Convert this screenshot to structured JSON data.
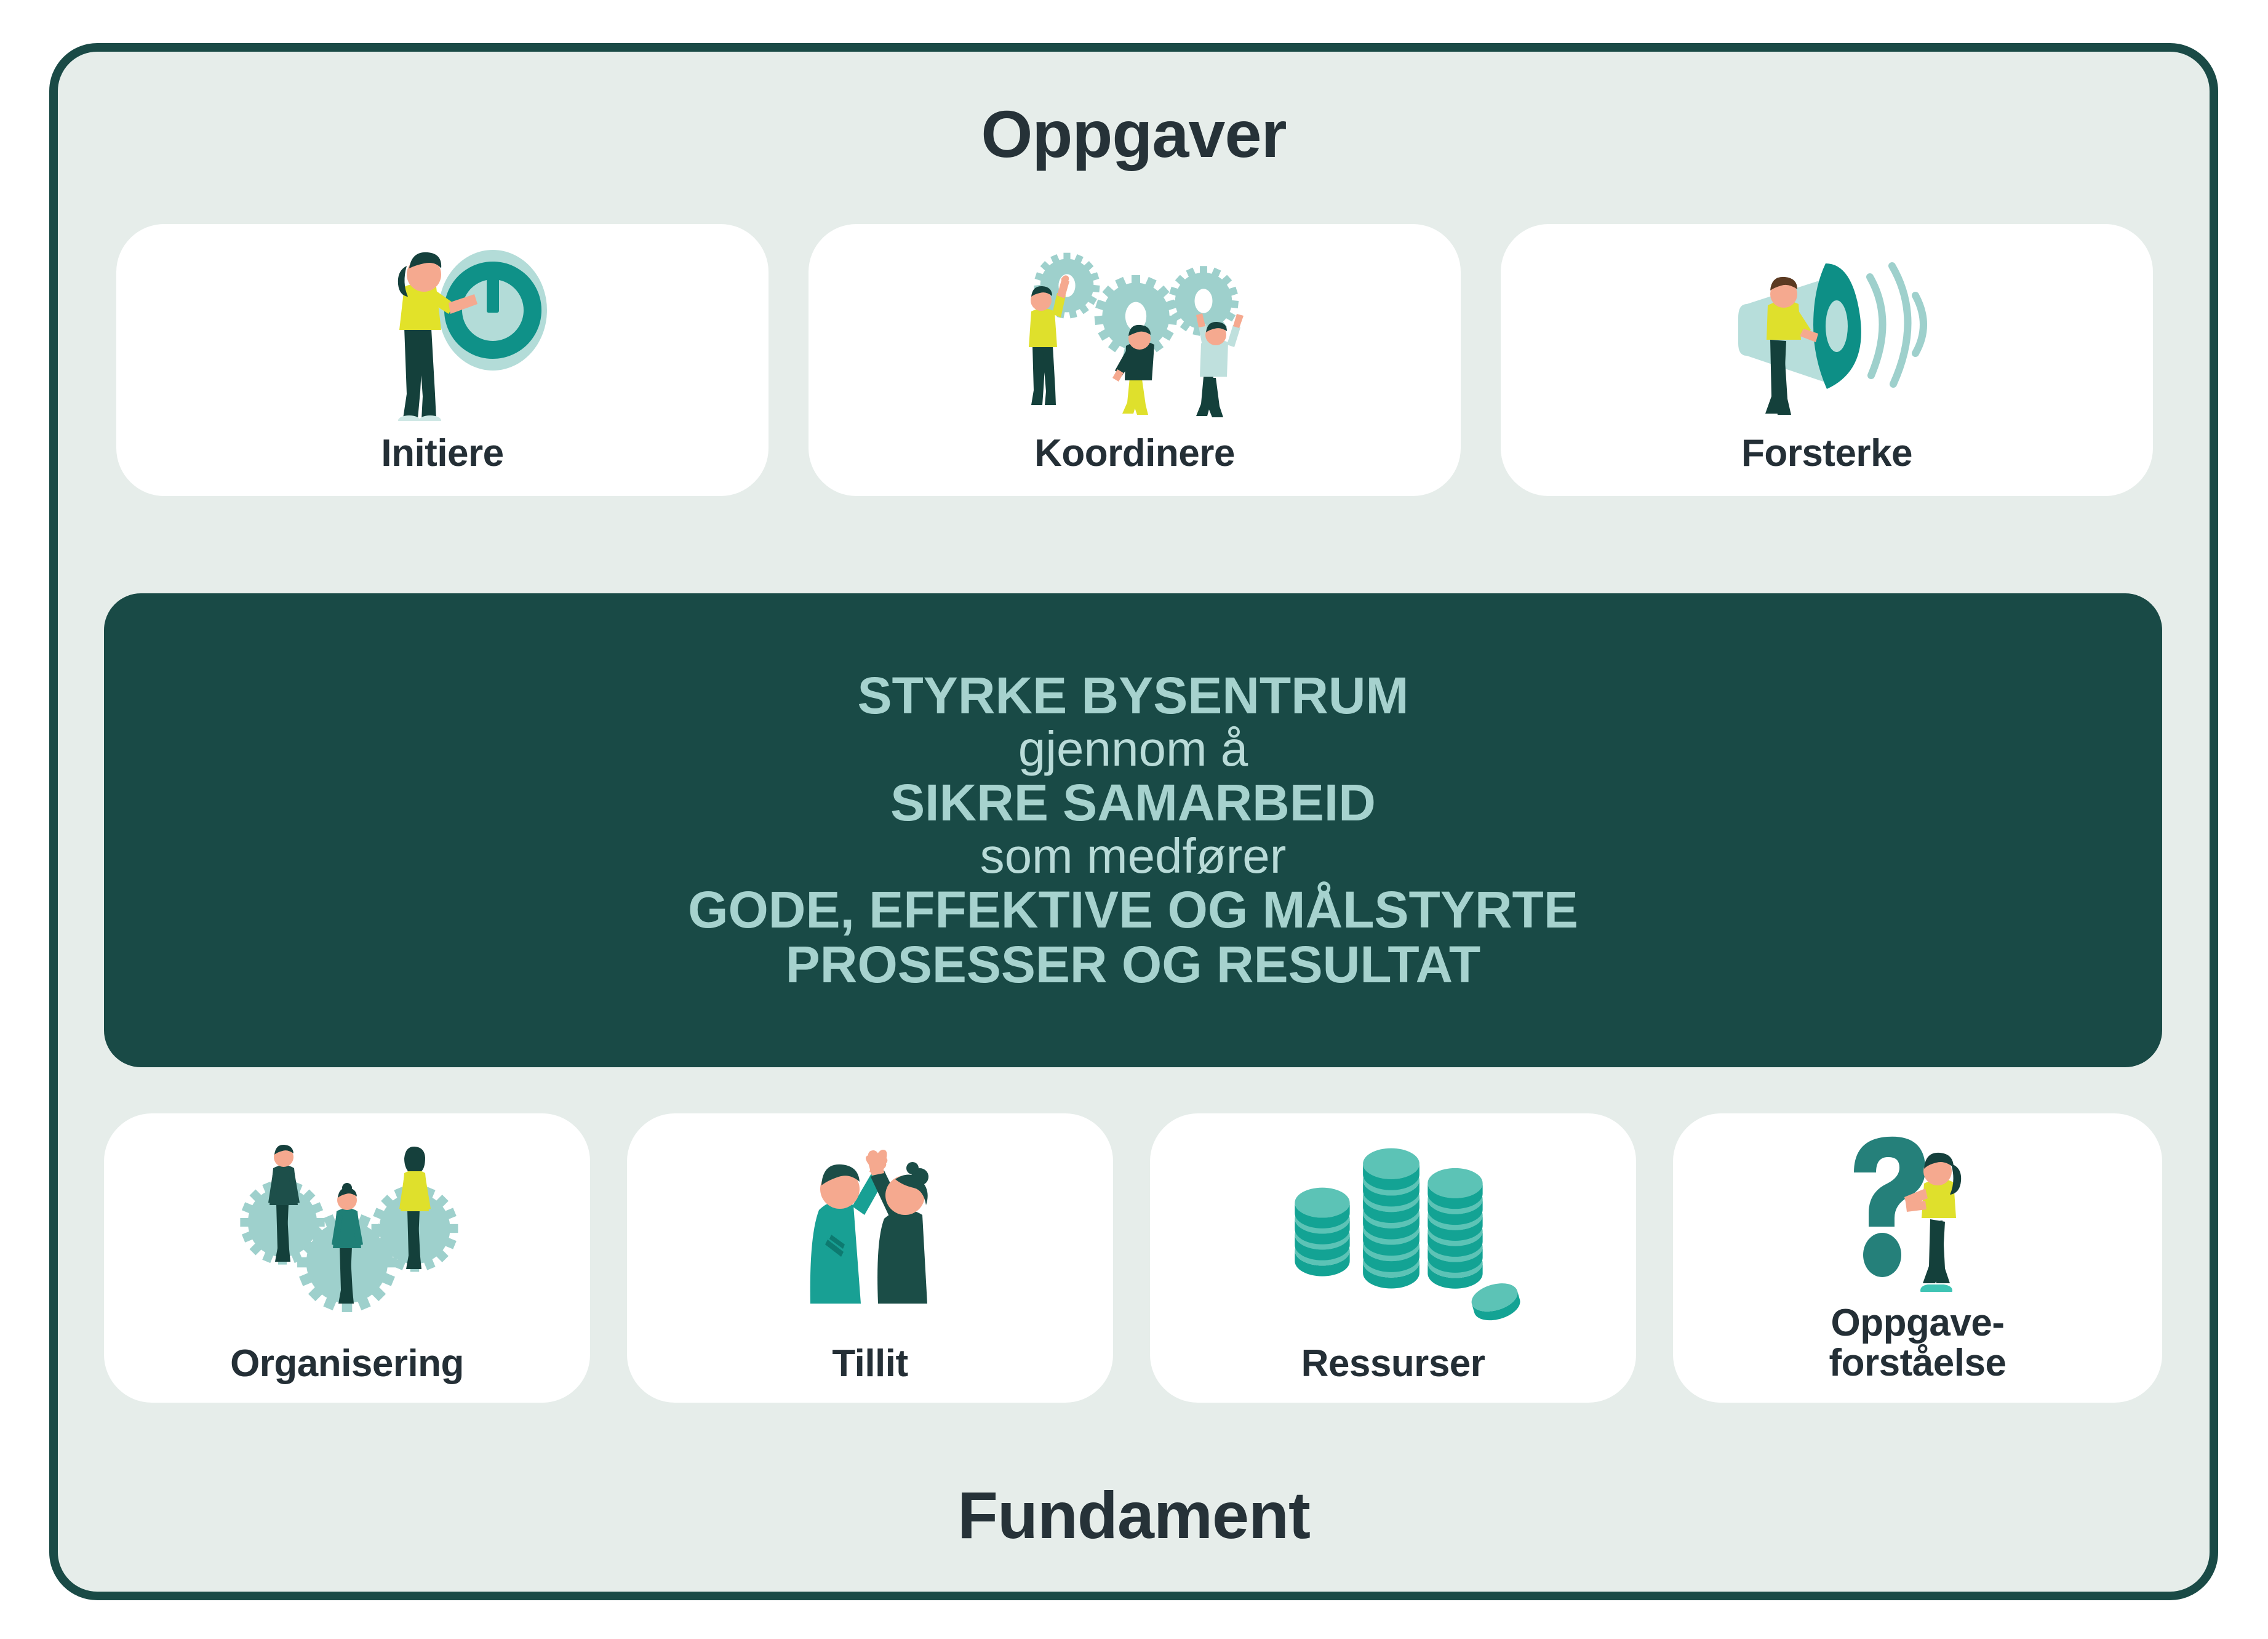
{
  "frame": {
    "border_color": "#1a4a46",
    "background_color": "#e6edea"
  },
  "headings": {
    "top": "Oppgaver",
    "bottom": "Fundament"
  },
  "center_panel": {
    "background_color": "#194a46",
    "text_color": "#a6d2ce",
    "lines": [
      {
        "text": "STYRKE BYSENTRUM",
        "emphasis": "strong"
      },
      {
        "text": "gjennom å",
        "emphasis": "light"
      },
      {
        "text": "SIKRE SAMARBEID",
        "emphasis": "strong"
      },
      {
        "text": "som medfører",
        "emphasis": "light"
      },
      {
        "text": "GODE, EFFEKTIVE OG MÅLSTYRTE",
        "emphasis": "strong"
      },
      {
        "text": "PROSESSER OG RESULTAT",
        "emphasis": "strong"
      }
    ]
  },
  "tasks": {
    "cards": [
      {
        "label": "Initiere",
        "icon": "power-button-icon"
      },
      {
        "label": "Koordinere",
        "icon": "gears-teamwork-icon"
      },
      {
        "label": "Forsterke",
        "icon": "megaphone-icon"
      }
    ]
  },
  "foundation": {
    "cards": [
      {
        "label": "Organisering",
        "icon": "people-on-gears-icon"
      },
      {
        "label": "Tillit",
        "icon": "high-five-icon"
      },
      {
        "label": "Ressurser",
        "icon": "coin-stacks-icon"
      },
      {
        "label": "Oppgave-\nforståelse",
        "icon": "question-mark-icon"
      }
    ]
  },
  "palette": {
    "dark_teal": "#194a46",
    "teal": "#0d8f86",
    "light_teal": "#9fd0cc",
    "pale_teal": "#bfe0dd",
    "yellow": "#e4e42b",
    "dark_slate": "#242f36",
    "skin": "#f5a98f",
    "white": "#ffffff"
  }
}
